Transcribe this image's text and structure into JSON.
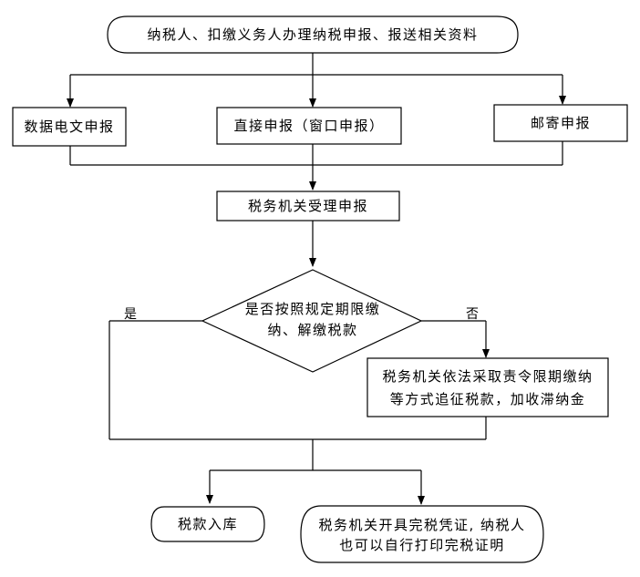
{
  "nodes": {
    "start": "纳税人、扣缴义务人办理纳税申报、报送相关资料",
    "e_filing": "数据电文申报",
    "direct_filing": "直接申报（窗口申报）",
    "mail_filing": "邮寄申报",
    "accept": "税务机关受理申报",
    "decision_line1": "是否按照规定期限缴",
    "decision_line2": "纳、解缴税款",
    "enforce_line1": "税务机关依法采取责令限期缴纳",
    "enforce_line2": "等方式追征税款，加收滞纳金",
    "treasury": "税款入库",
    "certificate_line1": "税务机关开具完税凭证, 纳税人",
    "certificate_line2": "也可以自行打印完税证明"
  },
  "edges": {
    "yes": "是",
    "no": "否"
  }
}
